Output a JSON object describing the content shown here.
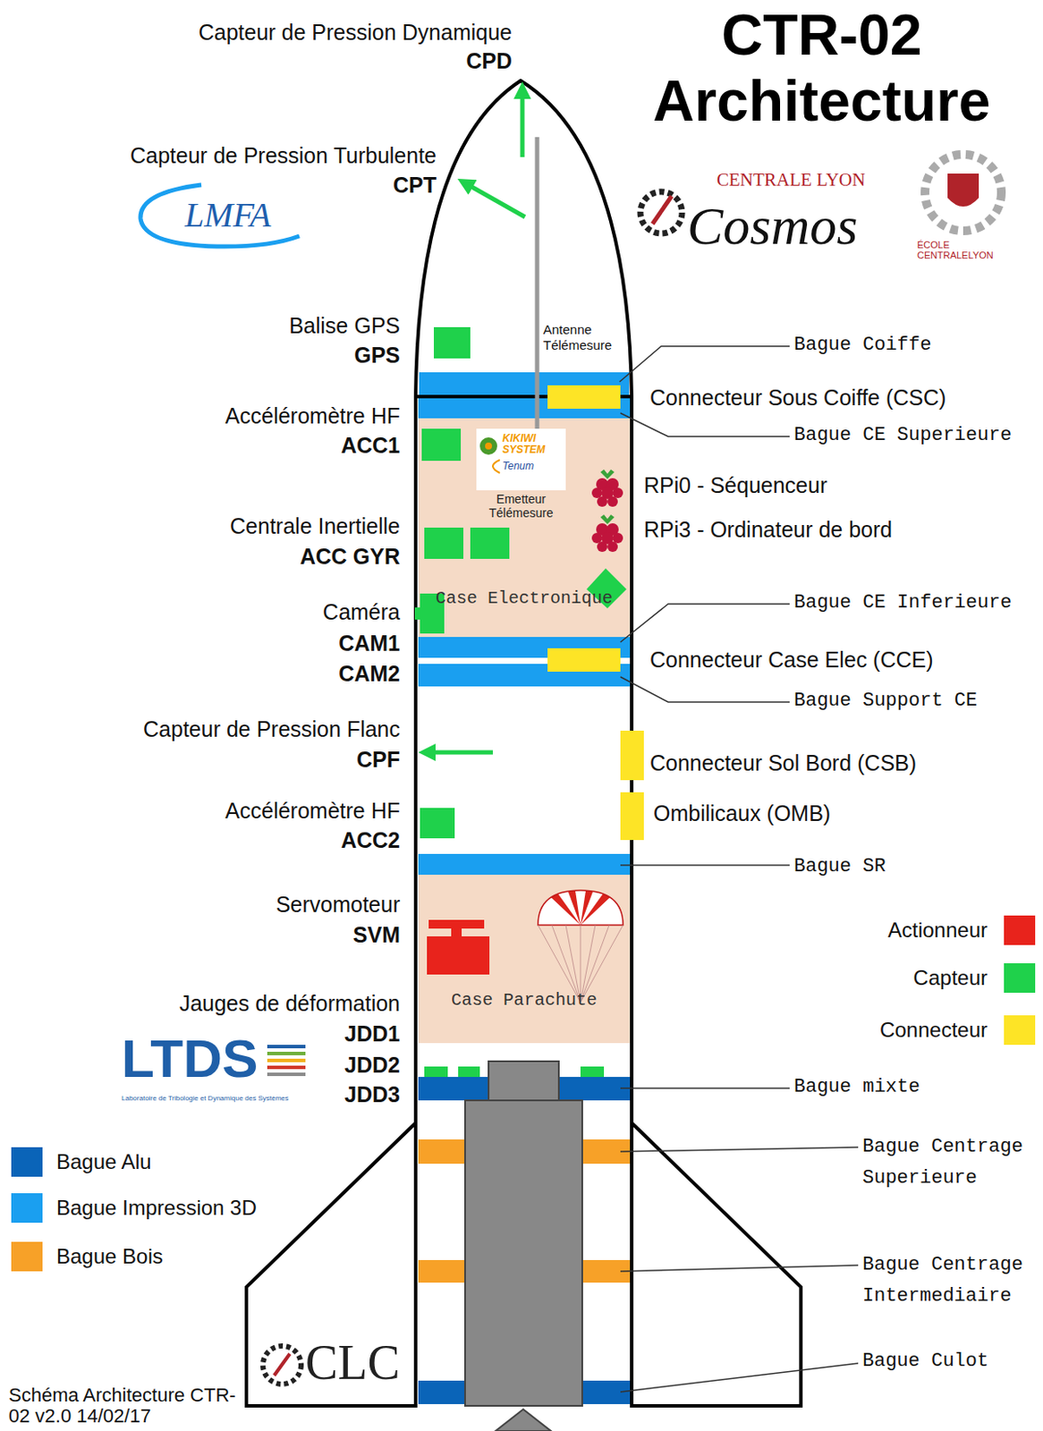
{
  "diagram": {
    "title": "CTR-02 Architecture",
    "caption": "Schéma Architecture CTR-02 v2.0 14/02/17",
    "nodes": [
      {
        "text": [
          "Case Electronique"
        ]
      },
      {
        "text": [
          "KIKIWI SYSTEM",
          "Tenum",
          "Emetteur Télémesure"
        ],
        "in": 0
      },
      {
        "text": [
          "Case Parachute"
        ]
      }
    ],
    "labels": [
      "Capteur de Pression Dynamique",
      "CPD",
      "Capteur de Pression Turbulente",
      "CPT",
      "LMFA",
      "CENTRALE LYON",
      "Cosmos",
      "ÉCOLE CENTRALELYON",
      "Antenne Télémesure",
      "Balise GPS",
      "GPS",
      "Bague Coiffe",
      "Connecteur Sous Coiffe (CSC)",
      "Accéléromètre HF",
      "ACC1",
      "Bague CE Superieure",
      "RPi0 - Séquenceur",
      "Centrale Inertielle",
      "RPi3 - Ordinateur de bord",
      "ACC GYR",
      "Bague CE Inferieure",
      "Caméra",
      "CAM1",
      "Connecteur Case Elec (CCE)",
      "CAM2",
      "Bague Support CE",
      "Capteur de Pression Flanc",
      "CPF",
      "Connecteur Sol Bord (CSB)",
      "Accéléromètre HF",
      "Ombilicaux (OMB)",
      "ACC2",
      "Bague SR",
      "Servomoteur",
      "SVM",
      "Jauges de déformation",
      "JDD1",
      "LTDS",
      "JDD2",
      "Laboratoire de Tribologie et Dynamique des Systèmes",
      "JDD3",
      "Bague mixte",
      "Bague Centrage Superieure",
      "Bague Centrage Intermediaire",
      "Bague Culot",
      "CLC"
    ],
    "legend": [
      {
        "text": "Actionneur",
        "color": "#e8231c"
      },
      {
        "text": "Capteur",
        "color": "#1fd14b"
      },
      {
        "text": "Connecteur",
        "color": "#fde426"
      },
      {
        "text": "Bague Alu",
        "color": "#0a64b8"
      },
      {
        "text": "Bague Impression 3D",
        "color": "#1a9ff0"
      },
      {
        "text": "Bague Bois",
        "color": "#f7a128"
      }
    ]
  }
}
